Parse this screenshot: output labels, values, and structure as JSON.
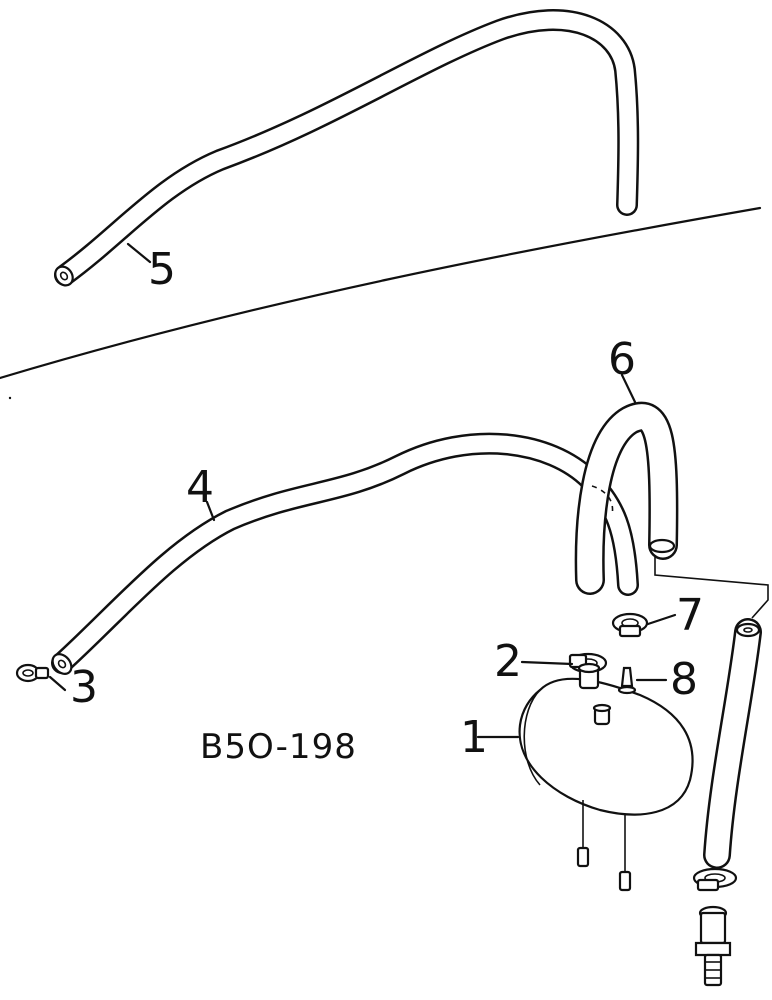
{
  "diagram": {
    "code": "B5O-198",
    "callouts": [
      {
        "id": "c1",
        "label": "1"
      },
      {
        "id": "c2",
        "label": "2"
      },
      {
        "id": "c3",
        "label": "3"
      },
      {
        "id": "c4",
        "label": "4"
      },
      {
        "id": "c5",
        "label": "5"
      },
      {
        "id": "c6",
        "label": "6"
      },
      {
        "id": "c7",
        "label": "7"
      },
      {
        "id": "c8",
        "label": "8"
      }
    ]
  }
}
